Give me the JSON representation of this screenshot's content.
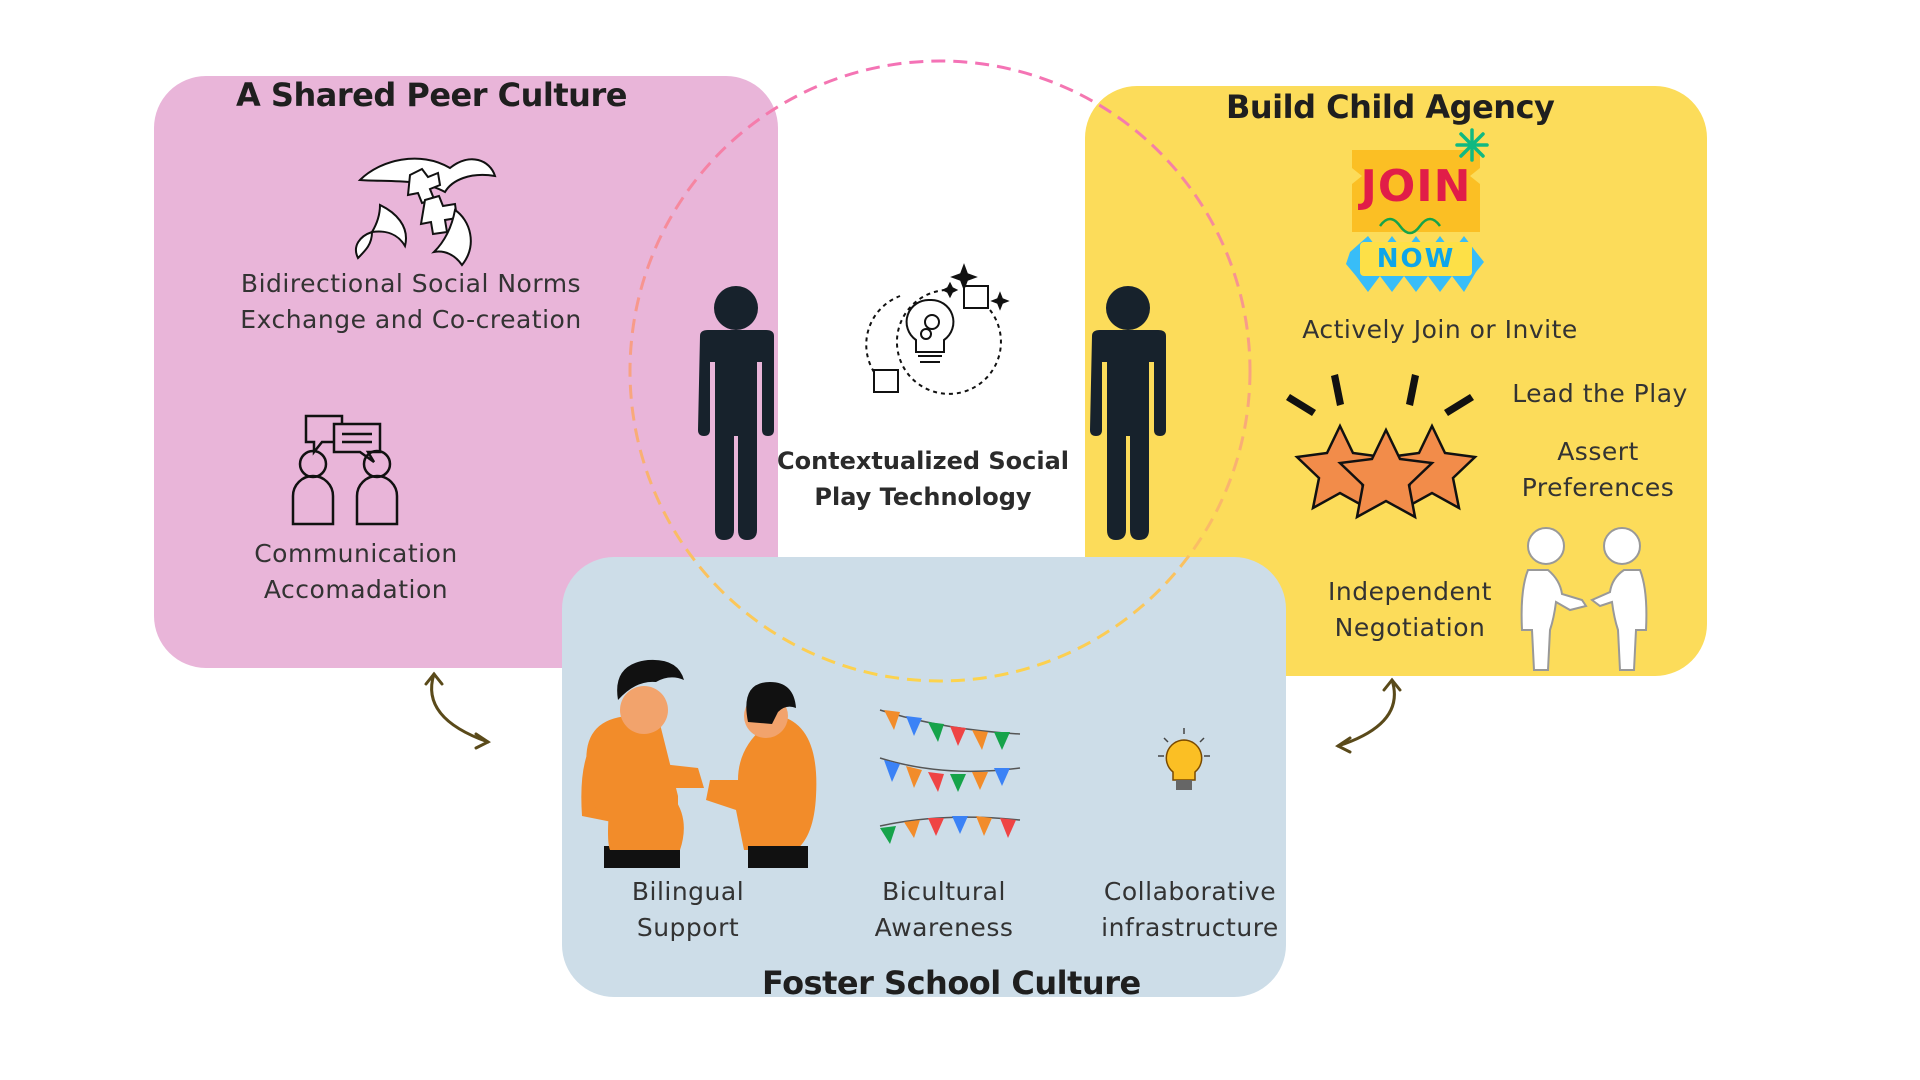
{
  "diagram": {
    "center": {
      "line1": "Contextualized Social",
      "line2": "Play Technology"
    },
    "peer_culture": {
      "title": "A Shared Peer Culture",
      "norms": {
        "line1": "Bidirectional Social Norms",
        "line2": "Exchange and Co-creation"
      },
      "communication": {
        "line1": "Communication",
        "line2": "Accomadation"
      }
    },
    "child_agency": {
      "title": "Build Child Agency",
      "badge": {
        "top": "JOIN",
        "bottom": "NOW"
      },
      "join": "Actively Join or Invite",
      "lead": "Lead the Play",
      "assert": {
        "line1": "Assert",
        "line2": "Preferences"
      },
      "negotiation": {
        "line1": "Independent",
        "line2": "Negotiation"
      }
    },
    "school_culture": {
      "title": "Foster School Culture",
      "bilingual": {
        "line1": "Bilingual",
        "line2": "Support"
      },
      "bicultural": {
        "line1": "Bicultural",
        "line2": "Awareness"
      },
      "collaborative": {
        "line1": "Collaborative",
        "line2": "infrastructure"
      }
    }
  },
  "colors": {
    "peer_panel": "#e9b5d9",
    "agency_panel": "#fcdc5a",
    "school_panel": "#cddde8",
    "figure": "#17222c",
    "arrow": "#5a4a1a",
    "circle_top": "#f472b6",
    "circle_bottom": "#fcd34d"
  },
  "icons": [
    "puzzle-hands-icon",
    "speech-people-icon",
    "person-icon",
    "lightbulb-cycle-icon",
    "join-now-badge-icon",
    "stars-icon",
    "handshake-icon",
    "conversation-people-icon",
    "bunting-flags-icon",
    "idea-bulb-icon",
    "curved-double-arrow-icon"
  ]
}
